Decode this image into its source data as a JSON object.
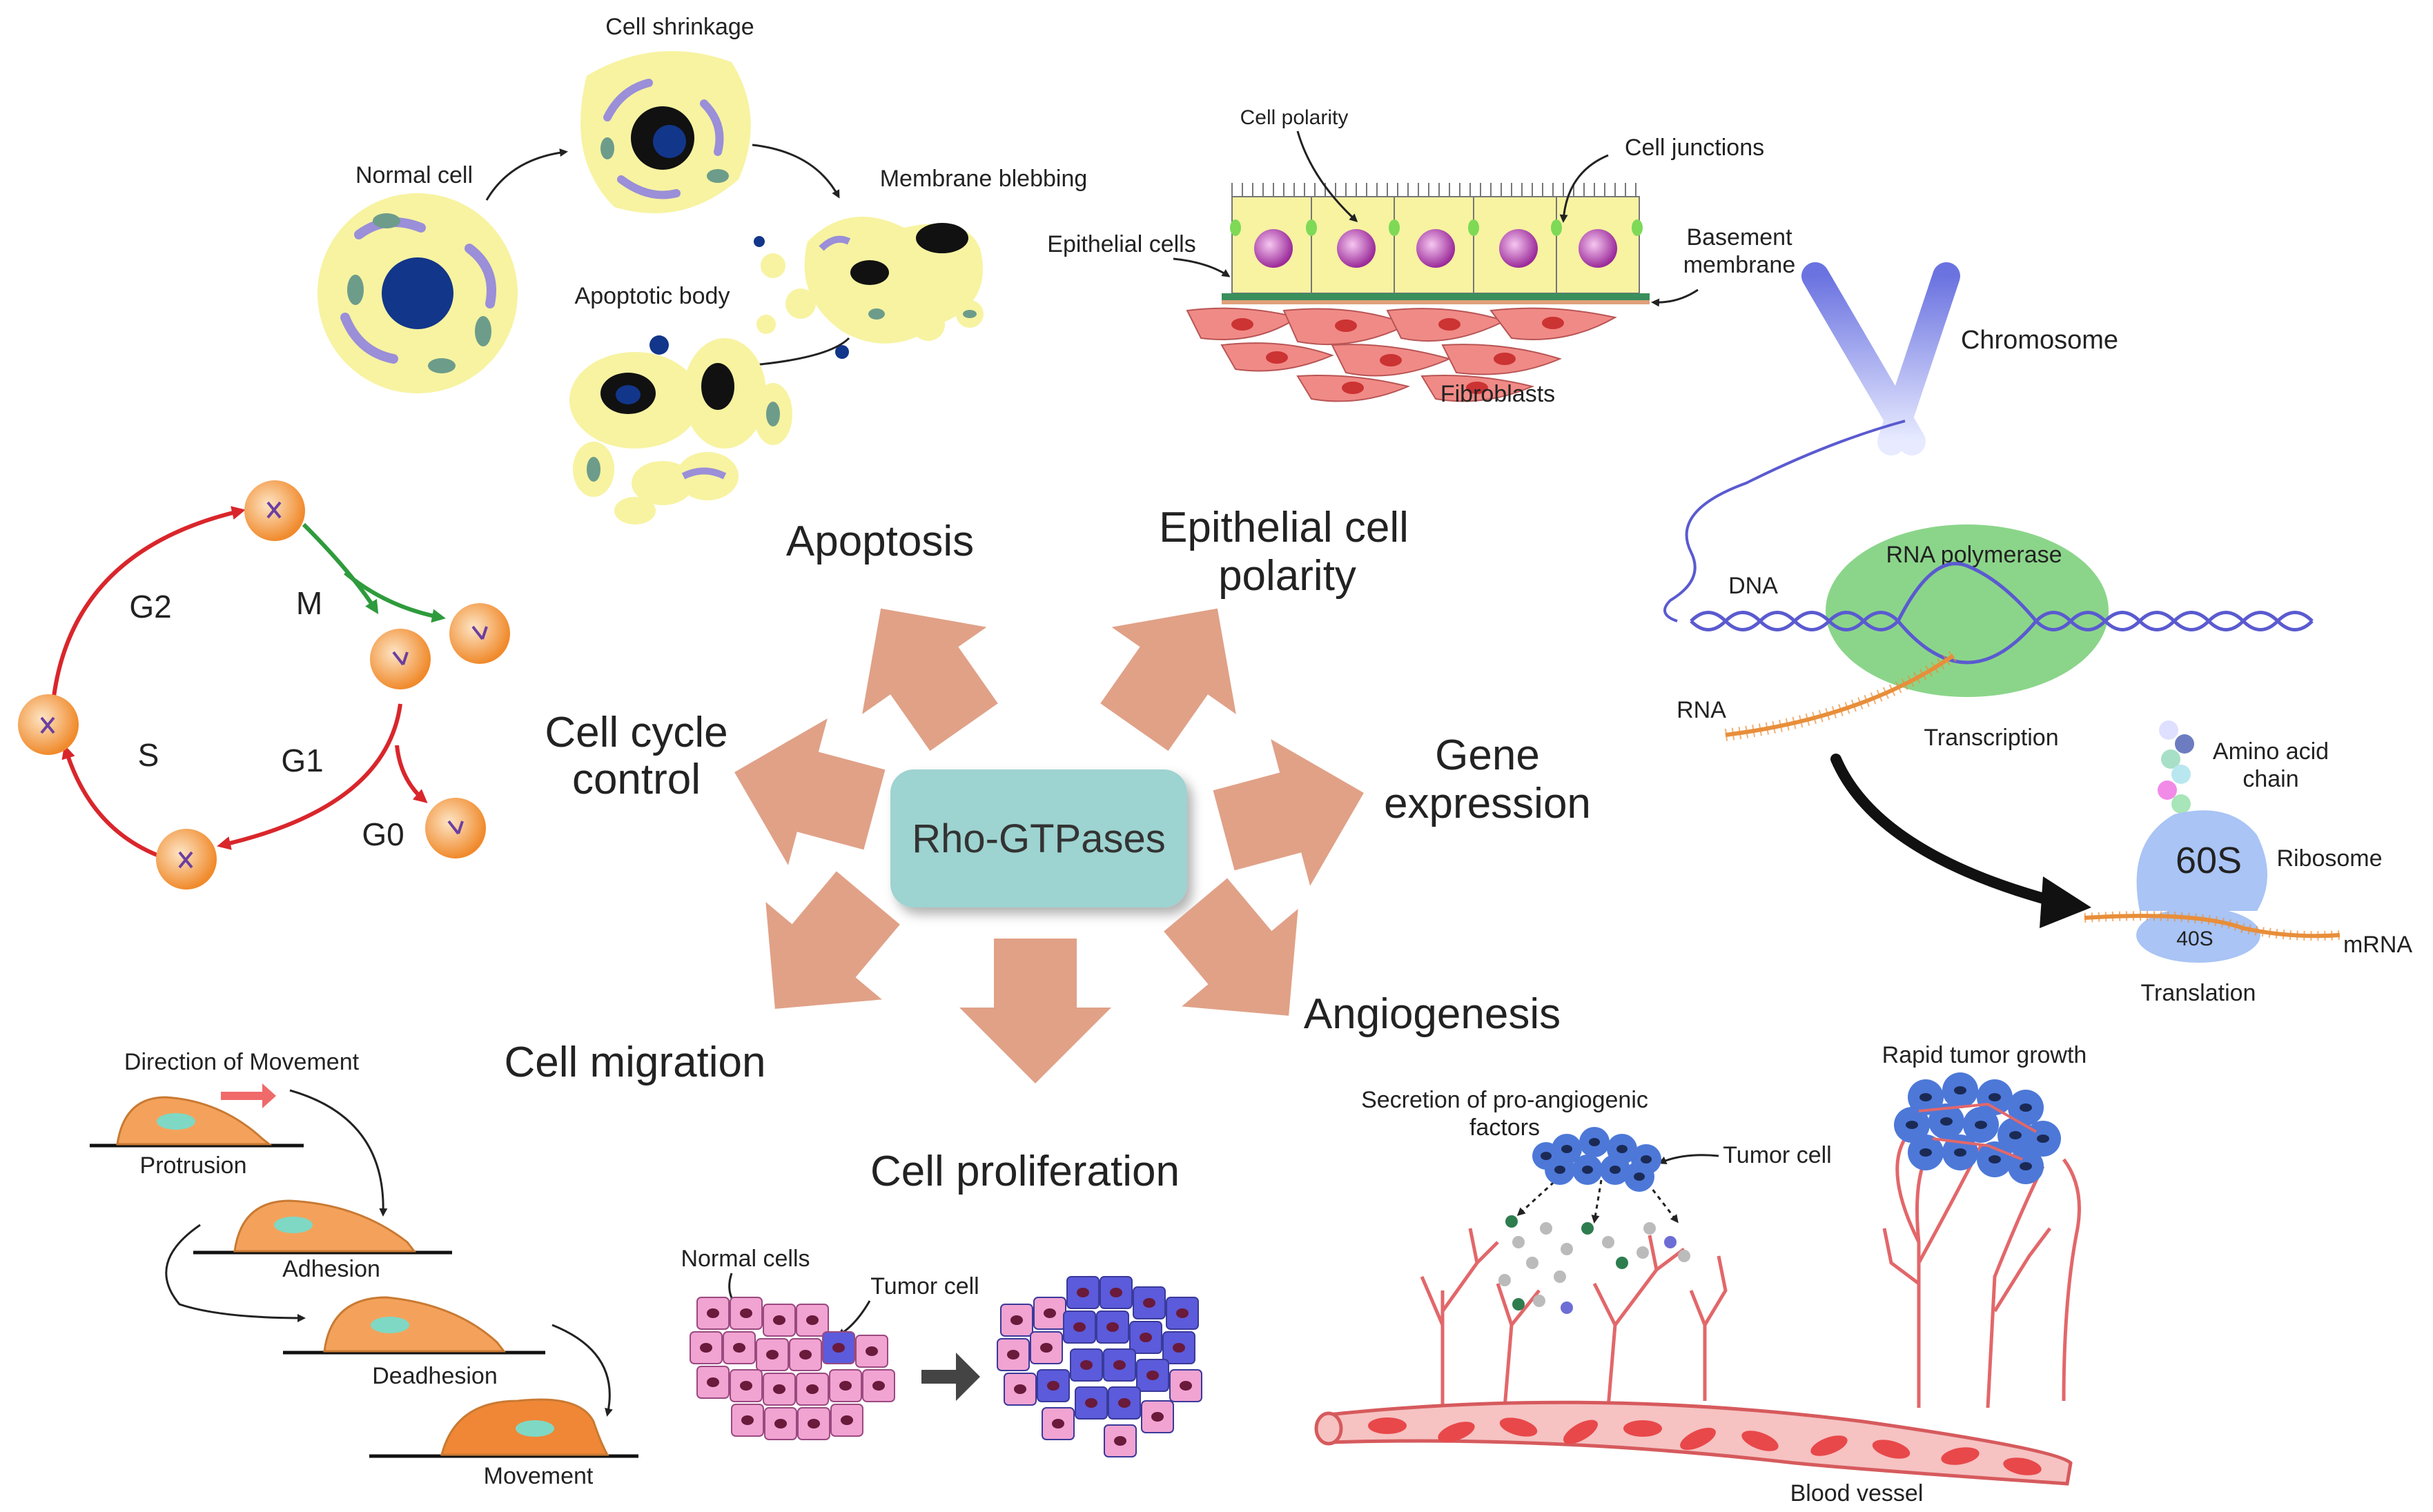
{
  "colors": {
    "arrow_fill": "#e0a187",
    "center_box": "#9dd3d0",
    "cell_yellow": "#f7f3a1",
    "nucleus_blue": "#12368a",
    "mito_teal": "#6d9c8b",
    "golgi_purple": "#9a8fd8",
    "cycle_red": "#d9262b",
    "cycle_green": "#2e9b3c",
    "cycle_orange": "#f08a2c",
    "pink_cell": "#f1a3d2",
    "blue_cell": "#5b5bdb",
    "rbc_red": "#e8484a",
    "vessel_red": "#e2676a",
    "rna_pol_green": "#8bd58a",
    "ribosome_blue": "#a9c4f5",
    "migration_orange": "#f4a25b"
  },
  "center": {
    "label": "Rho-GTPases"
  },
  "processes": {
    "apoptosis": "Apoptosis",
    "epithelial_line1": "Epithelial cell",
    "epithelial_line2": "polarity",
    "gene_line1": "Gene",
    "gene_line2": "expression",
    "angiogenesis": "Angiogenesis",
    "proliferation": "Cell proliferation",
    "migration": "Cell migration",
    "cycle_line1": "Cell cycle",
    "cycle_line2": "control"
  },
  "apoptosis_panel": {
    "cell_shrinkage": "Cell shrinkage",
    "normal_cell": "Normal cell",
    "membrane_blebbing": "Membrane blebbing",
    "apoptotic_body": "Apoptotic body"
  },
  "epithelial_panel": {
    "cell_polarity": "Cell polarity",
    "cell_junctions": "Cell junctions",
    "epithelial_cells": "Epithelial cells",
    "basement_line1": "Basement",
    "basement_line2": "membrane",
    "fibroblasts": "Fibroblasts"
  },
  "gene_panel": {
    "chromosome": "Chromosome",
    "rna_polymerase": "RNA polymerase",
    "dna": "DNA",
    "rna": "RNA",
    "transcription": "Transcription",
    "amino_line1": "Amino acid",
    "amino_line2": "chain",
    "ribosome": "Ribosome",
    "sub60": "60S",
    "sub40": "40S",
    "mrna": "mRNA",
    "translation": "Translation"
  },
  "cycle_panel": {
    "g2": "G2",
    "m": "M",
    "s": "S",
    "g1": "G1",
    "g0": "G0"
  },
  "migration_panel": {
    "direction": "Direction of Movement",
    "protrusion": "Protrusion",
    "adhesion": "Adhesion",
    "deadhesion": "Deadhesion",
    "movement": "Movement"
  },
  "proliferation_panel": {
    "normal_cells": "Normal cells",
    "tumor_cell": "Tumor cell"
  },
  "angiogenesis_panel": {
    "secretion_line1": "Secretion of pro-angiogenic",
    "secretion_line2": "factors",
    "tumor_cell": "Tumor cell",
    "rapid_growth": "Rapid tumor growth",
    "blood_vessel": "Blood vessel"
  }
}
